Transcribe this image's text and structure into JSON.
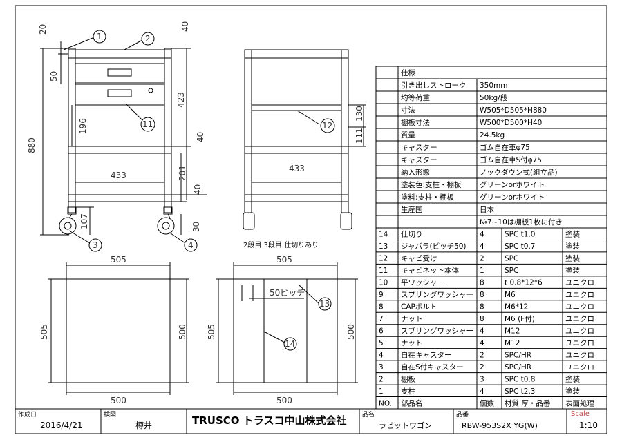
{
  "dimensions": {
    "side": {
      "top_gap": "20",
      "top_height": "40",
      "drawer_height": "50",
      "total_height": "880",
      "upper_span": "423",
      "drawer_gap": "196",
      "shelf_thickness": "40",
      "width_inner": "433",
      "lower_span": "201",
      "shelf_thick2": "40",
      "caster": "107",
      "caster_gap": "30"
    },
    "front": {
      "jabara": "130",
      "bottom": "111",
      "width_inner": "433"
    },
    "plan_left": {
      "width_top": "505",
      "width_bottom": "500",
      "depth_left": "505",
      "depth_right": "500"
    },
    "plan_right": {
      "width_top": "505",
      "width_bottom": "500",
      "depth_left": "505",
      "depth_right": "500",
      "pitch": "50ピッチ"
    }
  },
  "balloons": {
    "b1": "1",
    "b2": "2",
    "b3": "3",
    "b4": "4",
    "b11": "11",
    "b12": "12",
    "b13": "13",
    "b14": "14"
  },
  "caption": "2段目  3段目  仕切りあり",
  "spec": {
    "header": "仕様",
    "rows": [
      {
        "label": "引き出しストローク",
        "value": "350mm"
      },
      {
        "label": "均等荷重",
        "value": "50kg/段"
      },
      {
        "label": "寸法",
        "value": "W505*D505*H880"
      },
      {
        "label": "棚板寸法",
        "value": "W500*D500*H40"
      },
      {
        "label": "質量",
        "value": "24.5kg"
      },
      {
        "label": "キャスター",
        "value": "ゴム自在車φ75"
      },
      {
        "label": "キャスター",
        "value": "ゴム自在車S付φ75"
      },
      {
        "label": "納入形態",
        "value": "ノックダウン式(組立品)"
      },
      {
        "label": "塗装色:支柱・棚板",
        "value": "グリーンorホワイト"
      },
      {
        "label": "塗料:支柱・棚板",
        "value": "グリーンorホワイト"
      },
      {
        "label": "生産国",
        "value": "日本"
      },
      {
        "label": "",
        "value": "№7~10は棚板1枚に付き"
      }
    ]
  },
  "parts": {
    "rows": [
      {
        "no": "14",
        "name": "仕切り",
        "qty": "4",
        "mat": "SPC  t1.0",
        "fin": "塗装"
      },
      {
        "no": "13",
        "name": "ジャバラ(ピッチ50)",
        "qty": "4",
        "mat": "SPC  t0.7",
        "fin": "塗装"
      },
      {
        "no": "12",
        "name": "キャビ受け",
        "qty": "2",
        "mat": "SPC",
        "fin": "塗装"
      },
      {
        "no": "11",
        "name": "キャビネット本体",
        "qty": "1",
        "mat": "SPC",
        "fin": "塗装"
      },
      {
        "no": "10",
        "name": "平ワッシャー",
        "qty": "8",
        "mat": "t 0.8*12*6",
        "fin": "ユニクロ"
      },
      {
        "no": "9",
        "name": "スプリングワッシャー",
        "qty": "8",
        "mat": "M6",
        "fin": "ユニクロ"
      },
      {
        "no": "8",
        "name": "CAPボルト",
        "qty": "8",
        "mat": "M6*12",
        "fin": "ユニクロ"
      },
      {
        "no": "7",
        "name": "ナット",
        "qty": "8",
        "mat": "M6  (F付)",
        "fin": "ユニクロ"
      },
      {
        "no": "6",
        "name": "スプリングワッシャー",
        "qty": "4",
        "mat": "M12",
        "fin": "ユニクロ"
      },
      {
        "no": "5",
        "name": "ナット",
        "qty": "4",
        "mat": "M12",
        "fin": "ユニクロ"
      },
      {
        "no": "4",
        "name": "自在キャスター",
        "qty": "2",
        "mat": "SPC/HR",
        "fin": "ユニクロ"
      },
      {
        "no": "3",
        "name": "自在S付キャスター",
        "qty": "2",
        "mat": "SPC/HR",
        "fin": "ユニクロ"
      },
      {
        "no": "2",
        "name": "棚板",
        "qty": "3",
        "mat": "SPC  t0.8",
        "fin": "塗装"
      },
      {
        "no": "1",
        "name": "支柱",
        "qty": "4",
        "mat": "SPC  t2.3",
        "fin": "塗装"
      }
    ],
    "header": {
      "no": "NO.",
      "name": "部品名",
      "qty": "個数",
      "mat": "材質 厚・品番",
      "fin": "表面処理"
    }
  },
  "title_block": {
    "created_label": "作成日",
    "created_value": "2016/4/21",
    "checked_label": "検図",
    "checked_value": "樽井",
    "company": "TRUSCO トラスコ中山株式会社",
    "name_label": "品名",
    "name_value": "ラビットワゴン",
    "code_label": "品番",
    "code_value": "RBW-953S2X YG(W)",
    "scale_label": "Scale",
    "scale_value": "1:10"
  },
  "colors": {
    "line": "#000000",
    "scale_label": "#c0504d"
  }
}
